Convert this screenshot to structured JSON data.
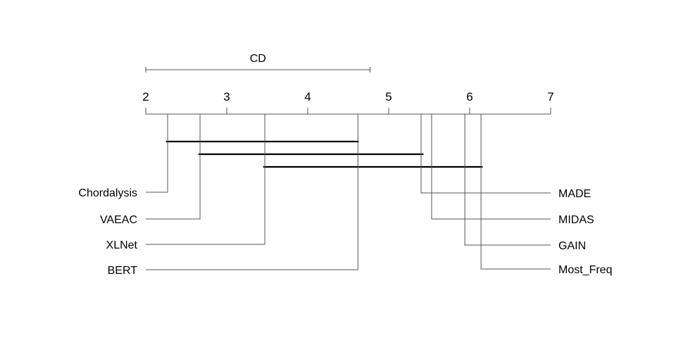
{
  "chart_data": {
    "type": "critical-difference-diagram",
    "cd_label": "CD",
    "cd_value": 2.77,
    "axis": {
      "min": 2,
      "max": 7,
      "ticks": [
        2,
        3,
        4,
        5,
        6,
        7
      ]
    },
    "methods": [
      {
        "name": "Chordalysis",
        "rank": 2.27,
        "side": "left"
      },
      {
        "name": "VAEAC",
        "rank": 2.67,
        "side": "left"
      },
      {
        "name": "XLNet",
        "rank": 3.47,
        "side": "left"
      },
      {
        "name": "BERT",
        "rank": 4.62,
        "side": "left"
      },
      {
        "name": "MADE",
        "rank": 5.4,
        "side": "right"
      },
      {
        "name": "MIDAS",
        "rank": 5.53,
        "side": "right"
      },
      {
        "name": "GAIN",
        "rank": 5.94,
        "side": "right"
      },
      {
        "name": "Most_Freq",
        "rank": 6.14,
        "side": "right"
      }
    ],
    "cliques": [
      {
        "from": 2.25,
        "to": 4.63
      },
      {
        "from": 2.65,
        "to": 5.43
      },
      {
        "from": 3.45,
        "to": 6.16
      }
    ]
  }
}
